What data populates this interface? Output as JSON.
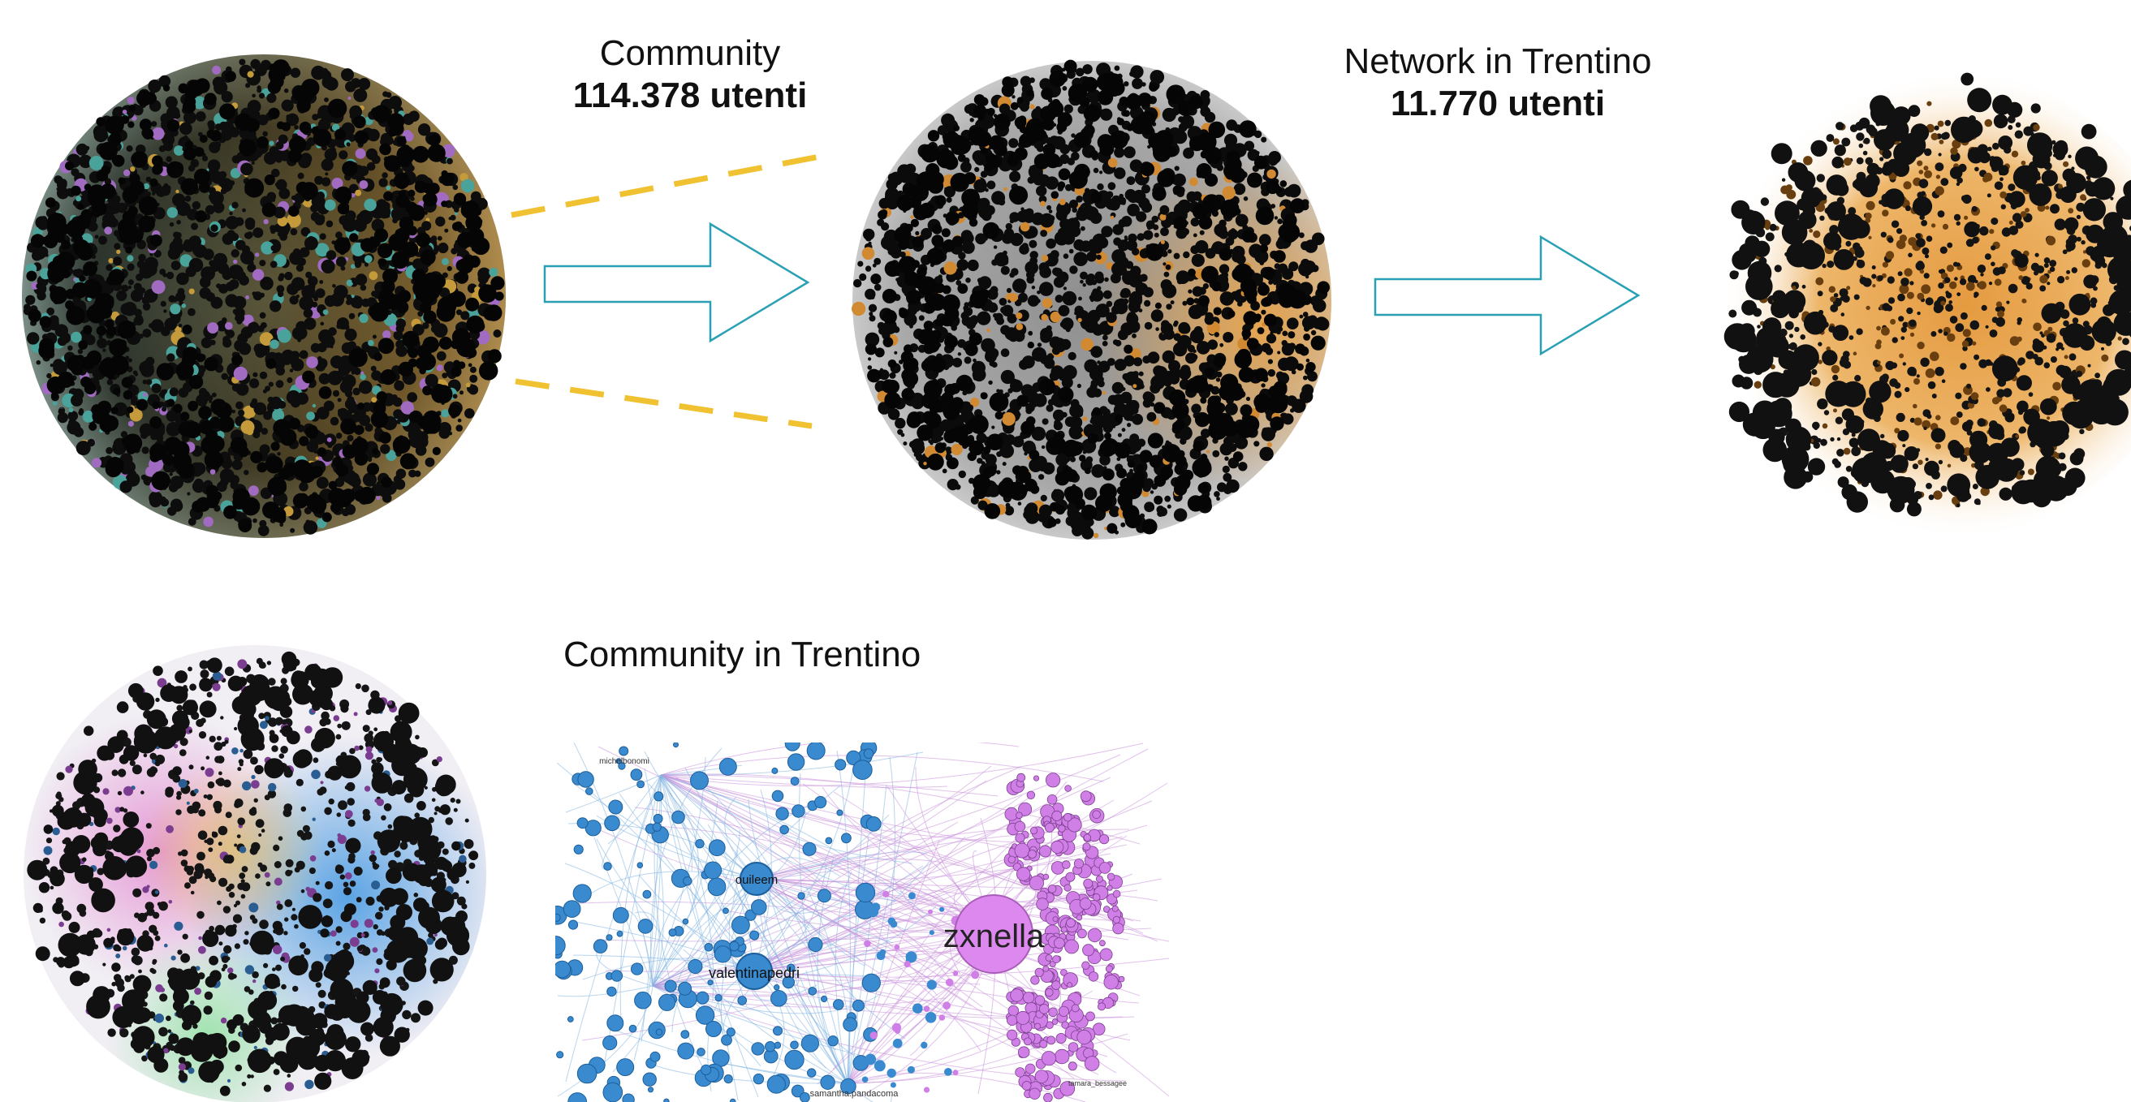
{
  "labels": {
    "community_title": "Community",
    "community_count": "114.378 utenti",
    "network_title": "Network in Trentino",
    "network_count": "11.770 utenti",
    "trentino_community_title": "Community in Trentino"
  },
  "zoom_view": {
    "nodes": [
      {
        "name": "zxnella",
        "size": "large"
      },
      {
        "name": "valentinapedri",
        "size": "medium"
      },
      {
        "name": "ouileem",
        "size": "medium"
      },
      {
        "name": "samantha.pandacoma",
        "size": "small"
      },
      {
        "name": "michelbonomi",
        "size": "small"
      },
      {
        "name": "tamara_bessagee",
        "size": "small"
      }
    ]
  },
  "colors": {
    "arrow_stroke": "#2aa0b4",
    "dash_lines": "#f0c232",
    "node_dark": "#0b0b0b",
    "edge_orange": "#e9a44a",
    "edge_grey": "#b7b7b7",
    "community_blue": "#3a8ad0",
    "community_purple": "#d27ee6"
  }
}
